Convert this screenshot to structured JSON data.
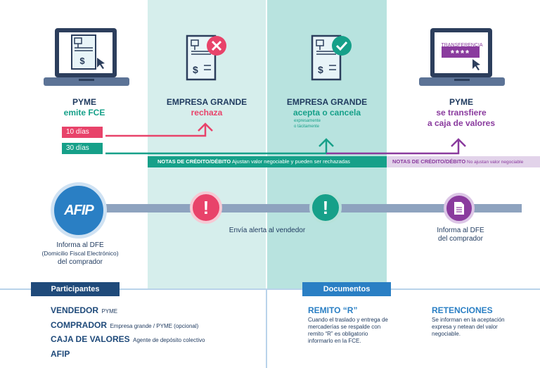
{
  "columns": {
    "pyme_left": {
      "title": "PYME",
      "action": "emite FCE"
    },
    "rechaza": {
      "title": "EMPRESA GRANDE",
      "action": "rechaza"
    },
    "acepta": {
      "title": "EMPRESA GRANDE",
      "action": "acepta  o  cancela",
      "note_1": "expresamente",
      "note_2": "o tácitamente"
    },
    "pyme_right": {
      "title": "PYME",
      "action_1": "se transfiere",
      "action_2": "a caja de valores",
      "screen_label": "TRANSFERENCIA",
      "screen_mask": "****"
    }
  },
  "timeline_tags": {
    "days_10": "10 días",
    "days_30": "30 días"
  },
  "notes_bar": {
    "teal_strong": "NOTAS DE CRÉDITO/DÉBITO",
    "teal_rest": " Ajustan valor negociable y pueden ser rechazadas",
    "purple_strong": "NOTAS DE CRÉDITO/DÉBITO",
    "purple_rest": " No ajustan valor negociable"
  },
  "afip": {
    "logo_text": "AFIP",
    "caption_1": "Informa al DFE",
    "caption_2": "(Domicilio Fiscal Electrónico)",
    "caption_3": "del comprador"
  },
  "alerts": {
    "caption": "Envía alerta al vendedor",
    "symbol": "!"
  },
  "document_node": {
    "caption_1": "Informa al DFE",
    "caption_2": "del comprador"
  },
  "participants": {
    "header": "Participantes",
    "items": [
      {
        "name": "VENDEDOR",
        "desc": "PYME"
      },
      {
        "name": "COMPRADOR",
        "desc": "Empresa grande / PYME (opcional)"
      },
      {
        "name": "CAJA DE VALORES",
        "desc": "Agente de depósito colectivo"
      },
      {
        "name": "AFIP",
        "desc": ""
      }
    ]
  },
  "documents": {
    "header": "Documentos",
    "remito": {
      "title": "REMITO “R”",
      "lines": [
        "Cuando el traslado y entrega de",
        "mercaderías se respalde con",
        "remito “R” es obligatorio",
        "informarlo en la FCE."
      ]
    },
    "retenciones": {
      "title": "RETENCIONES",
      "lines": [
        "Se informan en la aceptación",
        "expresa y netean del valor",
        "negociable."
      ]
    }
  },
  "icons": {
    "dollar": "$"
  },
  "colors": {
    "navy": "#1f3a5f",
    "red": "#e8436a",
    "teal": "#16a089",
    "purple": "#8a3b9e",
    "band_teal": "#cdeae7",
    "timeline": "#8ea3bf",
    "afip_blue": "#2a7fc4"
  }
}
